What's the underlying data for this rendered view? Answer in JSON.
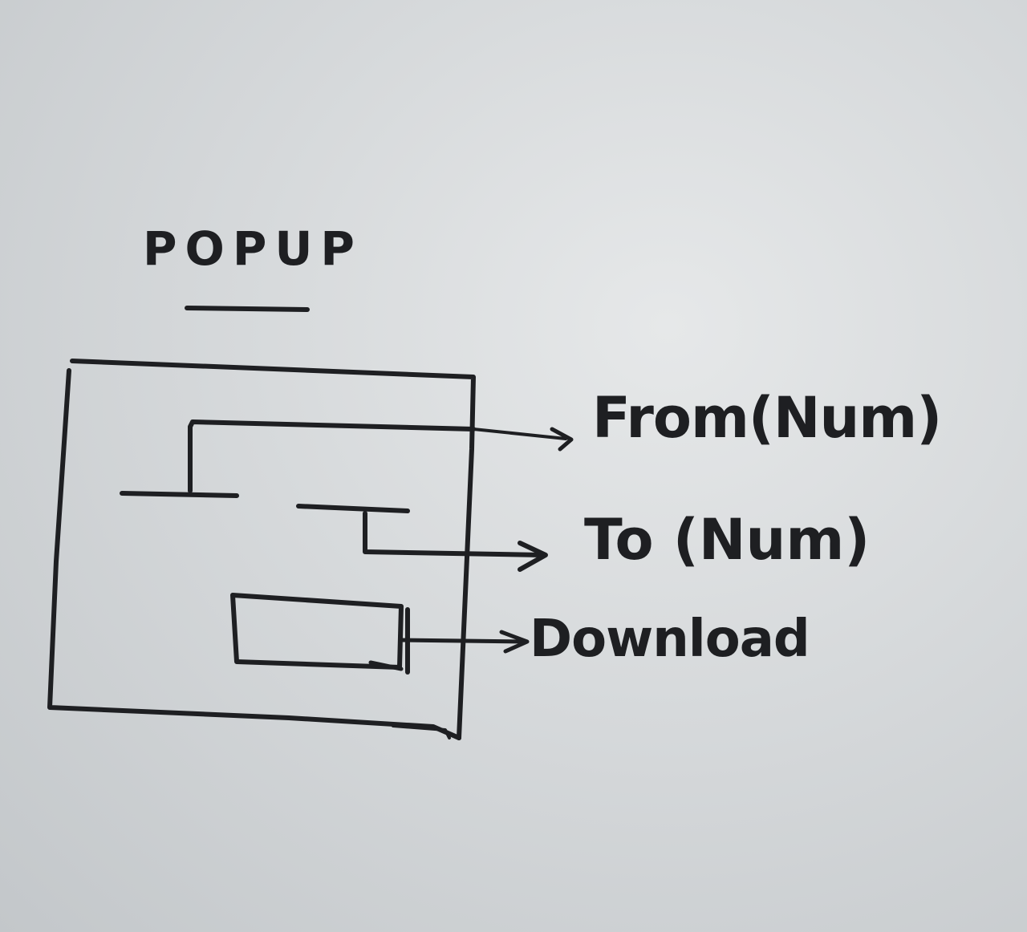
{
  "sketch": {
    "title": "POPUP",
    "annotations": {
      "from": "From(Num)",
      "to": "To (Num)",
      "download": "Download"
    },
    "colors": {
      "ink": "#1e1f22",
      "paper": "#d6d9db"
    }
  }
}
